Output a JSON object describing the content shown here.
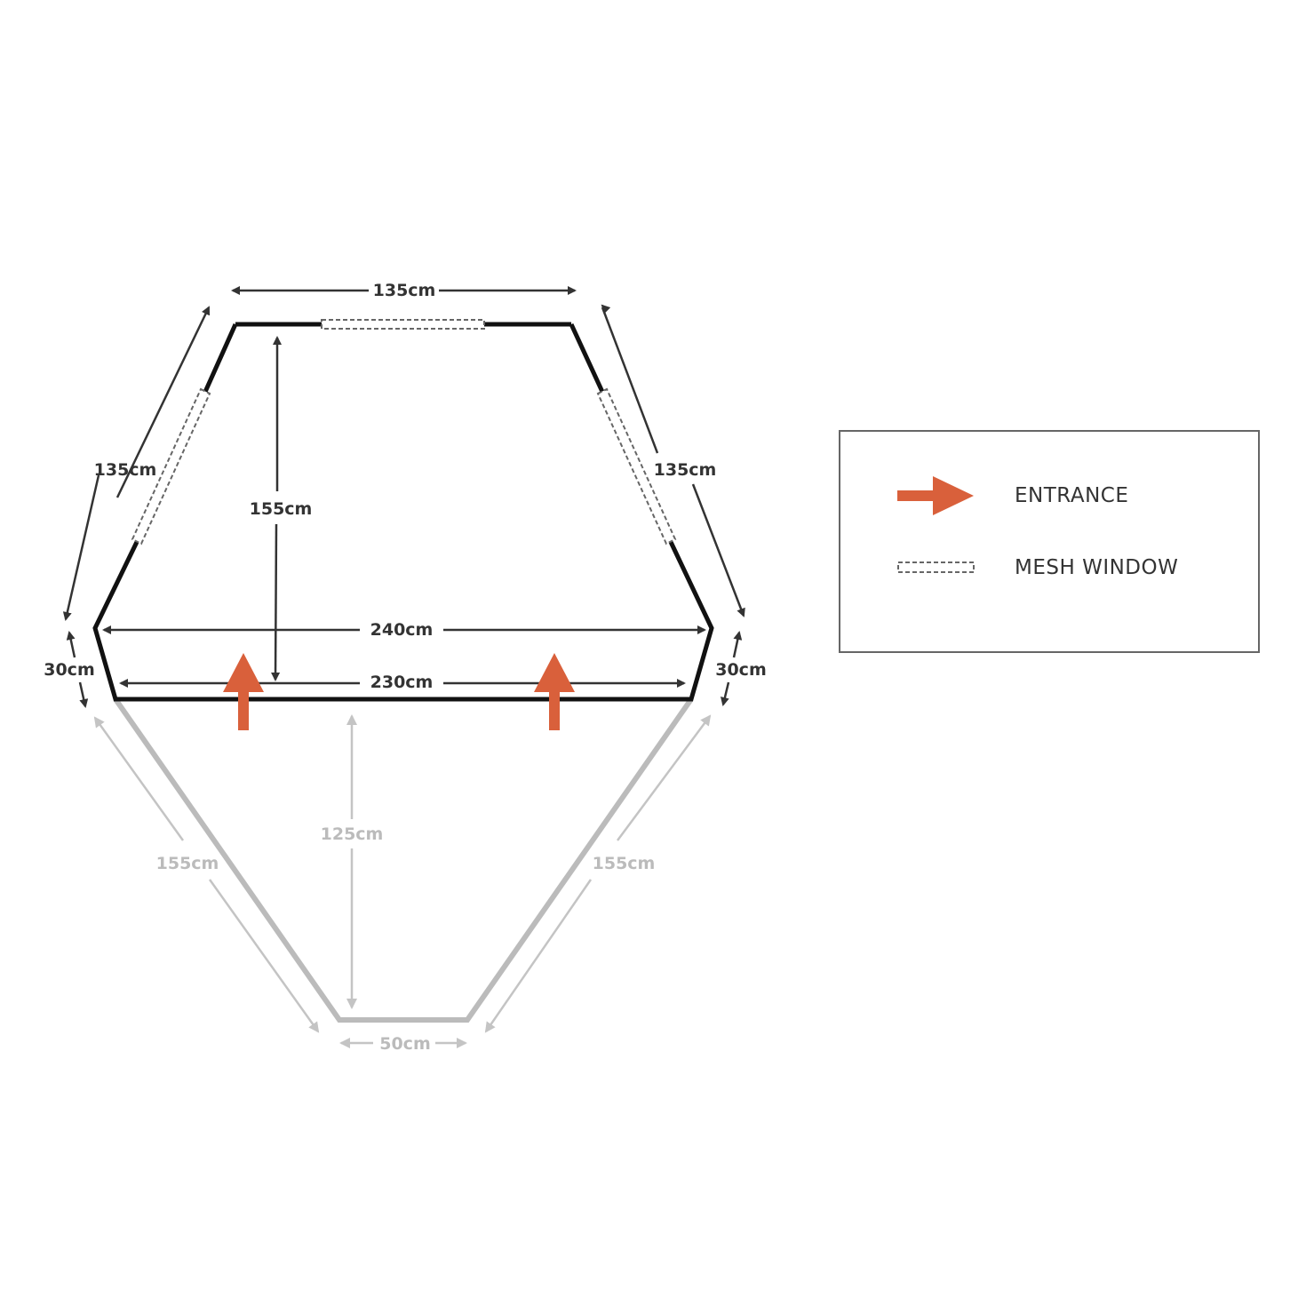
{
  "colors": {
    "wall": "#111111",
    "dim_dark": "#333333",
    "extension": "#bbbbbb",
    "extension_dim": "#c4c4c4",
    "entrance": "#d9603b",
    "mesh": "#666666"
  },
  "main_dims": {
    "top": "135cm",
    "upper_left": "135cm",
    "upper_right": "135cm",
    "depth": "155cm",
    "width_outer": "240cm",
    "width_inner": "230cm",
    "lower_left": "30cm",
    "lower_right": "30cm"
  },
  "extension_dims": {
    "depth": "125cm",
    "left": "155cm",
    "right": "155cm",
    "bottom": "50cm"
  },
  "legend": {
    "entrance_label": "ENTRANCE",
    "mesh_label": "MESH WINDOW",
    "entrance_icon": "arrow-right-icon",
    "mesh_icon": "dashed-rectangle-icon"
  }
}
